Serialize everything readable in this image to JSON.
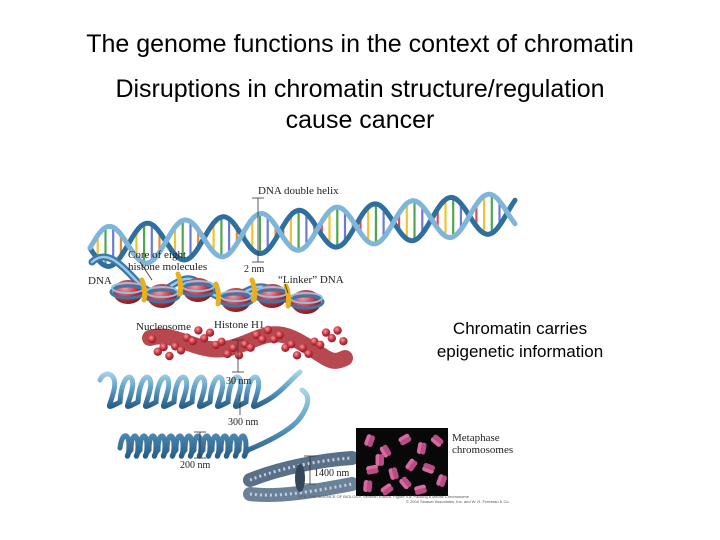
{
  "slide": {
    "title": "The genome functions in the context of chromatin",
    "subtitle_line1": "Disruptions in chromatin structure/regulation",
    "subtitle_line2": "cause cancer",
    "note_line1": "Chromatin carries",
    "note_line2": "epigenetic information"
  },
  "figure": {
    "labels": {
      "dna_double_helix": "DNA double helix",
      "core_line1": "Core of eight",
      "core_line2": "histone molecules",
      "dna": "DNA",
      "two_nm": "2 nm",
      "linker_dna": "“Linker” DNA",
      "nucleosome": "Nucleosome",
      "histone_h1": "Histone H1",
      "thirty_nm": "30 nm",
      "three_hundred_nm": "300 nm",
      "two_hundred_nm": "200 nm",
      "fourteen_hundred_nm": "1400 nm",
      "metaphase_line1": "Metaphase",
      "metaphase_line2": "chromosomes"
    },
    "credit_line1": "LIFE: THE SCIENCE OF BIOLOGY, Seventh Edition, Figure 9.8: Packing a Mitotic Chromosome",
    "credit_line2": "© 2004 Sinauer Associates, Inc. and W. H. Freeman & Co."
  },
  "colors": {
    "helix": "#2f6f9f",
    "histone": "#c8323c",
    "linker_h1": "#e8b020",
    "background": "#ffffff"
  }
}
